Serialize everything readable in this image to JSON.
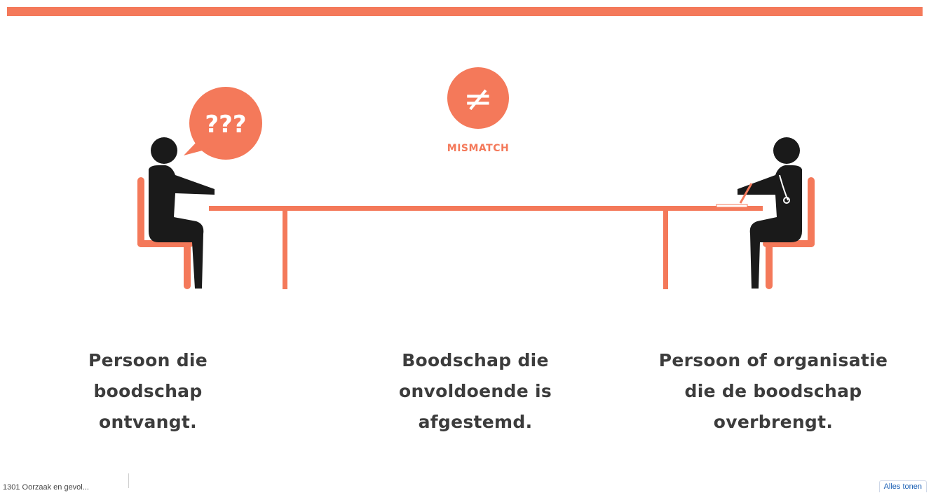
{
  "colors": {
    "accent": "#F4795A",
    "figure": "#1a1a1a",
    "text": "#3c3c3c"
  },
  "speech_bubble": {
    "text": "???"
  },
  "mismatch": {
    "symbol": "≠",
    "label": "MISMATCH"
  },
  "captions": {
    "receiver": [
      "Persoon die",
      "boodschap",
      "ontvangt."
    ],
    "message": [
      "Boodschap die",
      "onvoldoende is",
      "afgestemd."
    ],
    "sender": [
      "Persoon of organisatie",
      "die de boodschap",
      "overbrengt."
    ]
  },
  "download_bar": {
    "item_label": "1301 Oorzaak en gevol...",
    "show_all": "Alles tonen"
  }
}
